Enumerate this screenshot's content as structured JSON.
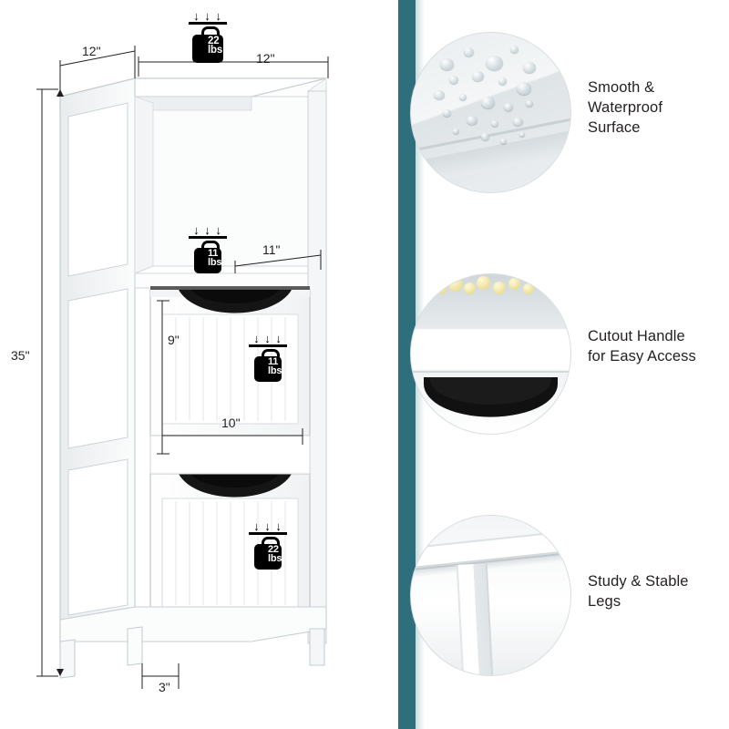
{
  "product_diagram": {
    "overall": {
      "top_depth_label": "12\"",
      "top_width_label": "12\"",
      "height_label": "35\"",
      "leg_height_label": "3\""
    },
    "shelf": {
      "depth_label": "11\""
    },
    "drawer": {
      "height_label": "9\"",
      "width_label": "10\""
    },
    "weights": [
      {
        "id": "top-weight",
        "value": "22",
        "unit": "lbs"
      },
      {
        "id": "shelf-weight",
        "value": "11",
        "unit": "lbs"
      },
      {
        "id": "upper-drawer-weight",
        "value": "11",
        "unit": "lbs"
      },
      {
        "id": "lower-drawer-weight",
        "value": "22",
        "unit": "lbs"
      }
    ],
    "arrow_glyphs": "↓ ↓ ↓"
  },
  "features": [
    {
      "id": "waterproof",
      "line1": "Smooth &",
      "line2": "Waterproof",
      "line3": "Surface",
      "icon": "water-droplets-icon"
    },
    {
      "id": "cutout-handle",
      "line1": "Cutout Handle",
      "line2": "for Easy Access",
      "line3": "",
      "icon": "drawer-handle-icon"
    },
    {
      "id": "stable-legs",
      "line1": "Study & Stable",
      "line2": "Legs",
      "line3": "",
      "icon": "cabinet-leg-icon"
    }
  ],
  "colors": {
    "accent_teal": "#2e6f7d",
    "text": "#231f20",
    "cabinet_white": "#ffffff"
  }
}
